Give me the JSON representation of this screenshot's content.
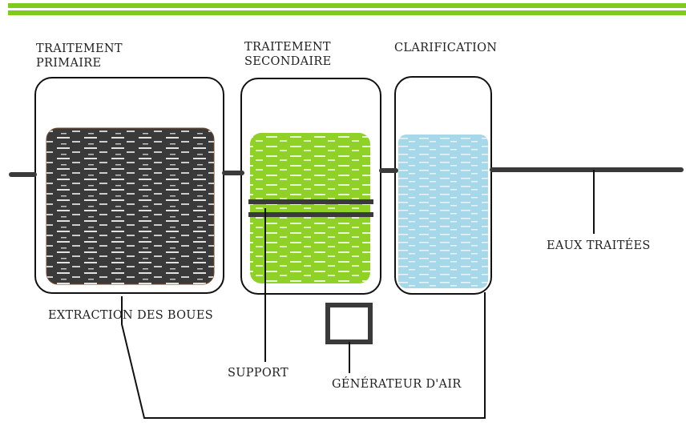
{
  "stages": {
    "primary": {
      "title_line1": "TRAITEMENT",
      "title_line2": "PRIMAIRE",
      "fill_color": "#3a3a3a"
    },
    "secondary": {
      "title_line1": "TRAITEMENT",
      "title_line2": "SECONDAIRE",
      "fill_color": "#8fd124"
    },
    "clarification": {
      "title_line1": "CLARIFICATION",
      "fill_color": "#a6d8ea"
    }
  },
  "labels": {
    "sludge_extraction": "EXTRACTION DES BOUES",
    "support": "SUPPORT",
    "air_generator": "GÉNÉRATEUR D'AIR",
    "treated_water": "EAUX TRAITÉES"
  },
  "colors": {
    "accent_bar": "#7ecb1e",
    "pipe": "#3a3a3a",
    "outline": "#111111"
  }
}
